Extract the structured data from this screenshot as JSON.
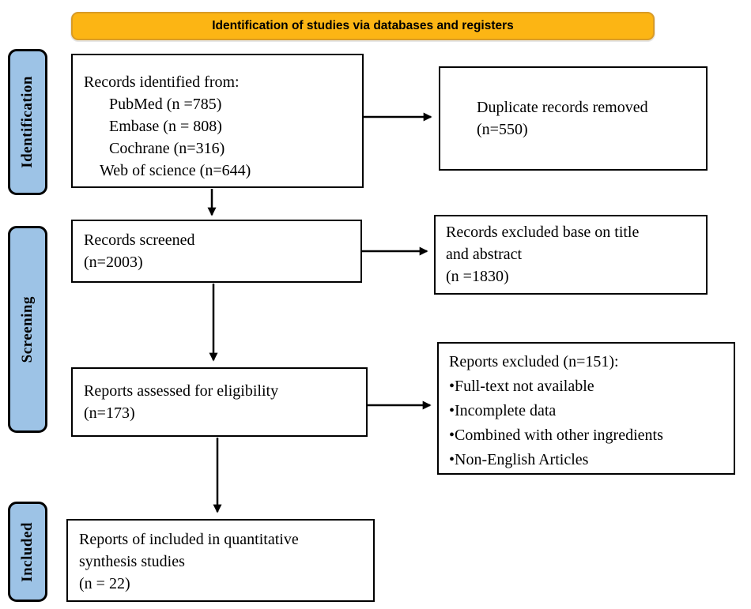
{
  "colors": {
    "banner_bg": "#FCB514",
    "banner_border": "#D99B26",
    "sidebar_bg": "#9DC3E6",
    "box_border": "#000000",
    "arrow": "#000000"
  },
  "banner": {
    "label": "Identification of studies via databases and registers"
  },
  "sidebar": {
    "items": [
      {
        "id": "identification",
        "label": "Identification"
      },
      {
        "id": "screening",
        "label": "Screening"
      },
      {
        "id": "included",
        "label": "Included"
      }
    ]
  },
  "boxes": {
    "identified": {
      "lines": [
        "Records identified from:",
        "PubMed (n =785)",
        "Embase (n = 808)",
        "Cochrane (n=316)",
        "Web of science (n=644)"
      ]
    },
    "duplicates": {
      "lines": [
        "Duplicate records removed",
        "(n=550)"
      ]
    },
    "screened": {
      "lines": [
        "Records screened",
        "(n=2003)"
      ]
    },
    "excluded_screening": {
      "lines": [
        "Records excluded base on title",
        "and abstract",
        "(n =1830)"
      ]
    },
    "assessed": {
      "lines": [
        "Reports assessed for eligibility",
        "(n=173)"
      ]
    },
    "excluded_eligibility": {
      "lines": [
        "Reports excluded (n=151):",
        "•Full-text not available",
        "•Incomplete data",
        "•Combined with other ingredients",
        "•Non-English Articles"
      ]
    },
    "included": {
      "lines": [
        "Reports of included in quantitative",
        "synthesis studies",
        "(n = 22)"
      ]
    }
  }
}
